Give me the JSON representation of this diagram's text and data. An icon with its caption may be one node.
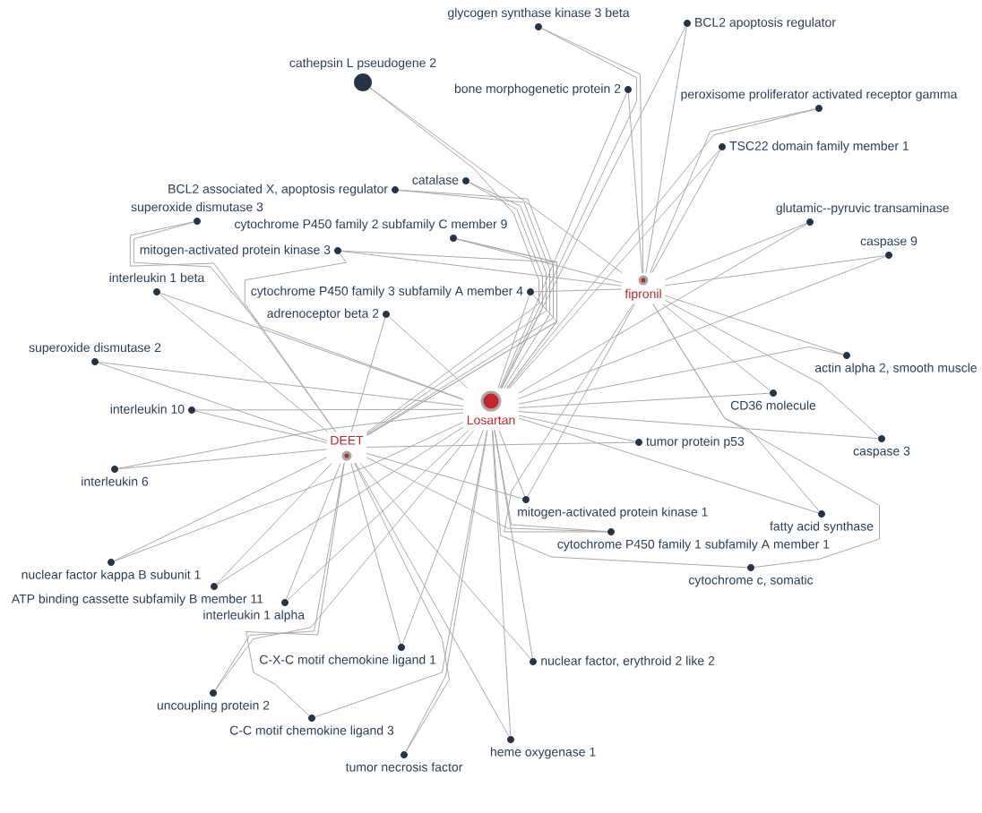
{
  "diagram": {
    "nodes": [
      {
        "text": [
          "glycogen synthase kinase 3 beta"
        ]
      },
      {
        "text": [
          "BCL2 apoptosis regulator"
        ]
      },
      {
        "text": [
          "bone morphogenetic protein 2"
        ]
      },
      {
        "text": [
          "cathepsin L pseudogene 2"
        ]
      },
      {
        "text": [
          "peroxisome proliferator activated receptor gamma"
        ]
      },
      {
        "text": [
          "TSC22 domain family member 1"
        ]
      },
      {
        "text": [
          "catalase"
        ]
      },
      {
        "text": [
          "BCL2 associated X, apoptosis regulator"
        ]
      },
      {
        "text": [
          "superoxide dismutase 3"
        ]
      },
      {
        "text": [
          "glutamic--pyruvic transaminase"
        ]
      },
      {
        "text": [
          "mitogen-activated protein kinase 3"
        ]
      },
      {
        "text": [
          "caspase 9"
        ]
      },
      {
        "text": [
          "cytochrome P450 family 2 subfamily C member 9"
        ]
      },
      {
        "text": [
          "fipronil"
        ]
      },
      {
        "text": [
          "interleukin 1 beta"
        ]
      },
      {
        "text": [
          "cytochrome P450 family 3 subfamily A member 4"
        ]
      },
      {
        "text": [
          "adrenoceptor beta 2"
        ]
      },
      {
        "text": [
          "actin alpha 2, smooth muscle"
        ]
      },
      {
        "text": [
          "superoxide dismutase 2"
        ]
      },
      {
        "text": [
          "Losartan"
        ]
      },
      {
        "text": [
          "CD36 molecule"
        ]
      },
      {
        "text": [
          "interleukin 10"
        ]
      },
      {
        "text": [
          "caspase 3"
        ]
      },
      {
        "text": [
          "tumor protein p53"
        ]
      },
      {
        "text": [
          "DEET"
        ]
      },
      {
        "text": [
          "interleukin 6"
        ]
      },
      {
        "text": [
          "fatty acid synthase"
        ]
      },
      {
        "text": [
          "mitogen-activated protein kinase 1"
        ]
      },
      {
        "text": [
          "cytochrome P450 family 1 subfamily A member 1"
        ]
      },
      {
        "text": [
          "nuclear factor kappa B subunit 1"
        ]
      },
      {
        "text": [
          "cytochrome c, somatic"
        ]
      },
      {
        "text": [
          "ATP binding cassette subfamily B member 11"
        ]
      },
      {
        "text": [
          "interleukin 1 alpha"
        ]
      },
      {
        "text": [
          "C-X-C motif chemokine ligand 1"
        ]
      },
      {
        "text": [
          "nuclear factor, erythroid 2 like 2"
        ]
      },
      {
        "text": [
          "uncoupling protein 2"
        ]
      },
      {
        "text": [
          "C-C motif chemokine ligand 3"
        ]
      },
      {
        "text": [
          "heme oxygenase 1"
        ]
      },
      {
        "text": [
          "tumor necrosis factor"
        ]
      }
    ],
    "edges": [
      {
        "from": 0,
        "to": 19,
        "arrow": "none"
      },
      {
        "from": 0,
        "to": 13,
        "arrow": "none"
      },
      {
        "from": 1,
        "to": 19,
        "arrow": "none"
      },
      {
        "from": 1,
        "to": 13,
        "arrow": "none"
      },
      {
        "from": 2,
        "to": 19,
        "arrow": "none"
      },
      {
        "from": 2,
        "to": 13,
        "arrow": "none"
      },
      {
        "from": 3,
        "to": 24,
        "arrow": "none"
      },
      {
        "from": 3,
        "to": 13,
        "arrow": "none"
      },
      {
        "from": 4,
        "to": 19,
        "arrow": "none"
      },
      {
        "from": 4,
        "to": 13,
        "arrow": "none"
      },
      {
        "from": 5,
        "to": 19,
        "arrow": "none"
      },
      {
        "from": 5,
        "to": 13,
        "arrow": "none"
      },
      {
        "from": 6,
        "to": 19,
        "arrow": "none"
      },
      {
        "from": 6,
        "to": 24,
        "arrow": "none"
      },
      {
        "from": 7,
        "to": 19,
        "arrow": "none"
      },
      {
        "from": 7,
        "to": 24,
        "arrow": "none"
      },
      {
        "from": 8,
        "to": 19,
        "arrow": "none"
      },
      {
        "from": 8,
        "to": 24,
        "arrow": "none"
      },
      {
        "from": 9,
        "to": 19,
        "arrow": "none"
      },
      {
        "from": 9,
        "to": 13,
        "arrow": "none"
      },
      {
        "from": 10,
        "to": 19,
        "arrow": "none"
      },
      {
        "from": 10,
        "to": 24,
        "arrow": "none"
      },
      {
        "from": 10,
        "to": 13,
        "arrow": "none"
      },
      {
        "from": 11,
        "to": 19,
        "arrow": "none"
      },
      {
        "from": 11,
        "to": 13,
        "arrow": "none"
      },
      {
        "from": 12,
        "to": 19,
        "arrow": "none"
      },
      {
        "from": 12,
        "to": 24,
        "arrow": "none"
      },
      {
        "from": 12,
        "to": 13,
        "arrow": "none"
      },
      {
        "from": 14,
        "to": 19,
        "arrow": "none"
      },
      {
        "from": 14,
        "to": 24,
        "arrow": "none"
      },
      {
        "from": 15,
        "to": 19,
        "arrow": "none"
      },
      {
        "from": 15,
        "to": 24,
        "arrow": "none"
      },
      {
        "from": 15,
        "to": 13,
        "arrow": "none"
      },
      {
        "from": 16,
        "to": 19,
        "arrow": "none"
      },
      {
        "from": 16,
        "to": 24,
        "arrow": "none"
      },
      {
        "from": 17,
        "to": 19,
        "arrow": "none"
      },
      {
        "from": 17,
        "to": 13,
        "arrow": "none"
      },
      {
        "from": 18,
        "to": 19,
        "arrow": "none"
      },
      {
        "from": 18,
        "to": 24,
        "arrow": "none"
      },
      {
        "from": 20,
        "to": 19,
        "arrow": "none"
      },
      {
        "from": 20,
        "to": 13,
        "arrow": "none"
      },
      {
        "from": 21,
        "to": 19,
        "arrow": "none"
      },
      {
        "from": 21,
        "to": 24,
        "arrow": "none"
      },
      {
        "from": 22,
        "to": 19,
        "arrow": "none"
      },
      {
        "from": 22,
        "to": 13,
        "arrow": "none"
      },
      {
        "from": 23,
        "to": 19,
        "arrow": "none"
      },
      {
        "from": 23,
        "to": 24,
        "arrow": "none"
      },
      {
        "from": 25,
        "to": 19,
        "arrow": "none"
      },
      {
        "from": 25,
        "to": 24,
        "arrow": "none"
      },
      {
        "from": 26,
        "to": 19,
        "arrow": "none"
      },
      {
        "from": 26,
        "to": 13,
        "arrow": "none"
      },
      {
        "from": 27,
        "to": 19,
        "arrow": "none"
      },
      {
        "from": 27,
        "to": 24,
        "arrow": "none"
      },
      {
        "from": 27,
        "to": 13,
        "arrow": "none"
      },
      {
        "from": 28,
        "to": 19,
        "arrow": "none"
      },
      {
        "from": 28,
        "to": 24,
        "arrow": "none"
      },
      {
        "from": 28,
        "to": 13,
        "arrow": "none"
      },
      {
        "from": 29,
        "to": 19,
        "arrow": "none"
      },
      {
        "from": 29,
        "to": 24,
        "arrow": "none"
      },
      {
        "from": 30,
        "to": 19,
        "arrow": "none"
      },
      {
        "from": 30,
        "to": 13,
        "arrow": "none"
      },
      {
        "from": 31,
        "to": 19,
        "arrow": "none"
      },
      {
        "from": 31,
        "to": 24,
        "arrow": "none"
      },
      {
        "from": 32,
        "to": 19,
        "arrow": "none"
      },
      {
        "from": 32,
        "to": 24,
        "arrow": "none"
      },
      {
        "from": 33,
        "to": 19,
        "arrow": "none"
      },
      {
        "from": 33,
        "to": 24,
        "arrow": "none"
      },
      {
        "from": 34,
        "to": 19,
        "arrow": "none"
      },
      {
        "from": 34,
        "to": 24,
        "arrow": "none"
      },
      {
        "from": 35,
        "to": 19,
        "arrow": "none"
      },
      {
        "from": 35,
        "to": 24,
        "arrow": "none"
      },
      {
        "from": 36,
        "to": 19,
        "arrow": "none"
      },
      {
        "from": 36,
        "to": 24,
        "arrow": "none"
      },
      {
        "from": 37,
        "to": 19,
        "arrow": "none"
      },
      {
        "from": 37,
        "to": 24,
        "arrow": "none"
      },
      {
        "from": 38,
        "to": 19,
        "arrow": "none"
      },
      {
        "from": 38,
        "to": 24,
        "arrow": "none"
      }
    ]
  }
}
